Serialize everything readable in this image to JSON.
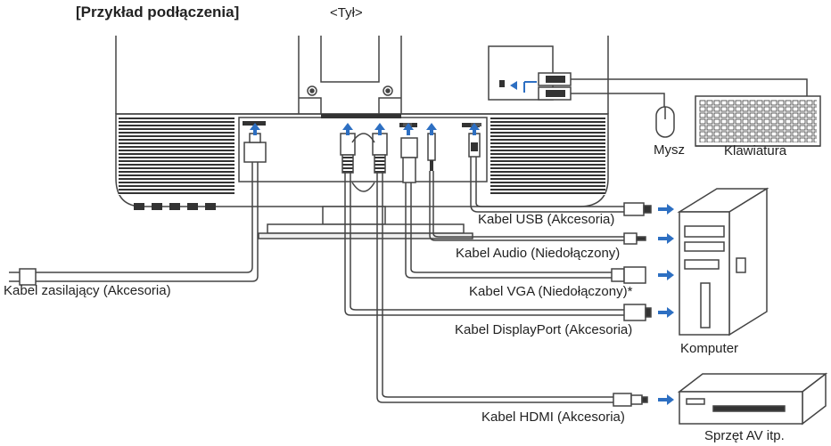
{
  "header": {
    "title": "[Przykład podłączenia]",
    "view": "<Tył>"
  },
  "cables": {
    "usb": "Kabel USB (Akcesoria)",
    "audio": "Kabel Audio (Niedołączony)",
    "vga": "Kabel VGA (Niedołączony)*",
    "displayport": "Kabel DisplayPort (Akcesoria)",
    "hdmi": "Kabel HDMI (Akcesoria)",
    "power": "Kabel zasilający (Akcesoria)"
  },
  "devices": {
    "mouse": "Mysz",
    "keyboard": "Klawiatura",
    "computer": "Komputer",
    "av": "Sprzęt AV itp."
  },
  "colors": {
    "arrow": "#2d6fc2",
    "line": "#444444",
    "fill_dark": "#555555"
  }
}
